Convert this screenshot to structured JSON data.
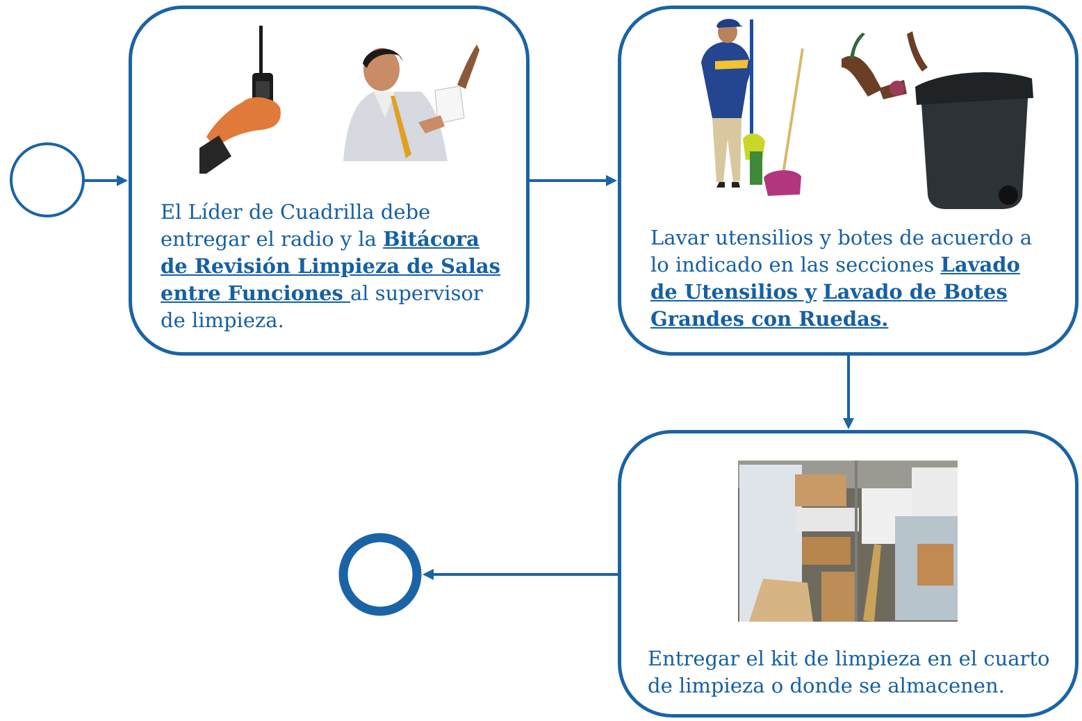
{
  "steps": [
    {
      "text_before": "El Líder de Cuadrilla debe entregar el radio y la ",
      "link1": "Bitácora de Revisión Limpieza de Salas entre Funciones ",
      "text_after": "al supervisor de limpieza."
    },
    {
      "text_before": "Lavar utensilios y botes de acuerdo a lo indicado en las secciones ",
      "link1": "Lavado de Utensilios y",
      "text_mid": " ",
      "link2": "Lavado de Botes Grandes con Ruedas."
    },
    {
      "text_before": "Entregar el kit de limpieza en el cuarto de limpieza o donde se almacenen."
    }
  ],
  "colors": {
    "accent": "#1a63a6",
    "text": "#1560a3",
    "background": "#ffffff"
  },
  "icons": [
    "start-event-icon",
    "end-event-icon"
  ]
}
